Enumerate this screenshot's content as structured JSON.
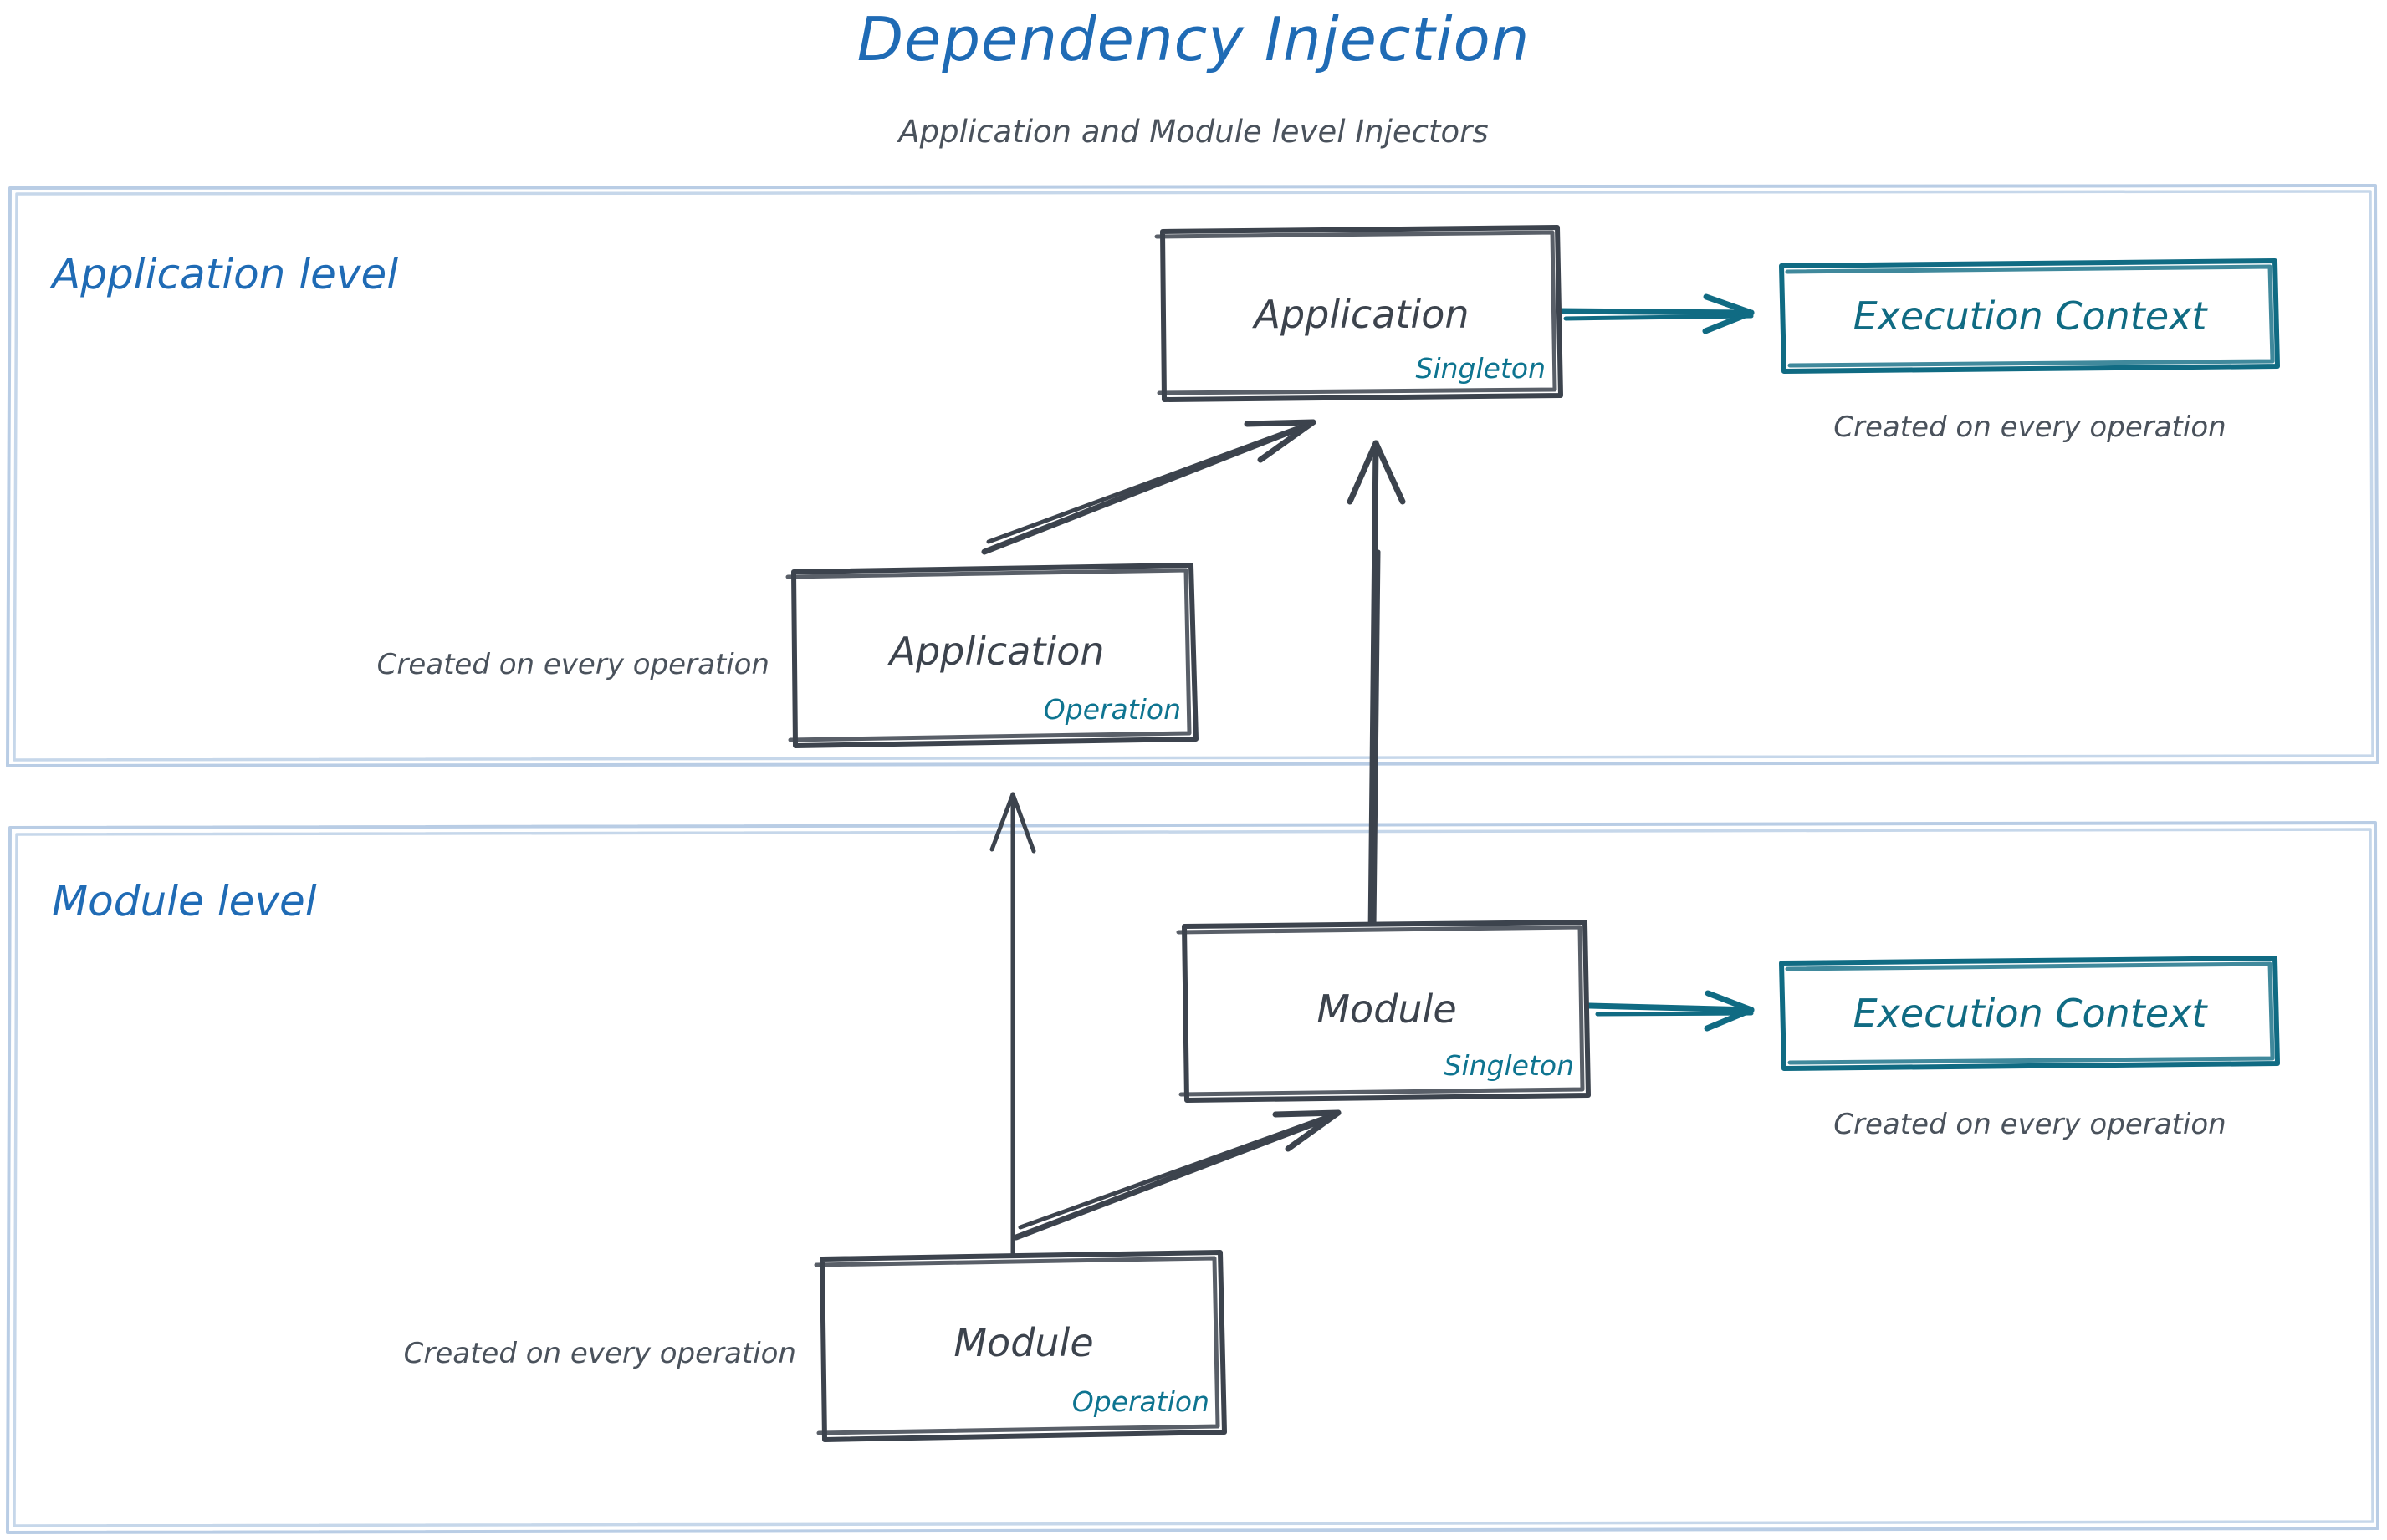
{
  "header": {
    "title": "Dependency Injection",
    "subtitle": "Application and Module level Injectors"
  },
  "colors": {
    "title_blue": "#1F6BB5",
    "accent_teal": "#106B83",
    "ink_gray": "#3C434D",
    "note_gray": "#4A525C",
    "frame_blue": "#B9CDE5"
  },
  "levels": [
    {
      "id": "application-level",
      "label": "Application level",
      "nodes": [
        {
          "id": "application-singleton",
          "title": "Application",
          "scope": "Singleton"
        },
        {
          "id": "application-operation",
          "title": "Application",
          "scope": "Operation",
          "note": "Created on every operation"
        },
        {
          "id": "application-execution-context",
          "title": "Execution Context",
          "note": "Created on every operation"
        }
      ]
    },
    {
      "id": "module-level",
      "label": "Module level",
      "nodes": [
        {
          "id": "module-singleton",
          "title": "Module",
          "scope": "Singleton"
        },
        {
          "id": "module-operation",
          "title": "Module",
          "scope": "Operation",
          "note": "Created on every operation"
        },
        {
          "id": "module-execution-context",
          "title": "Execution Context",
          "note": "Created on every operation"
        }
      ]
    }
  ],
  "edges": [
    {
      "id": "edge-app-operation-to-app-singleton",
      "from": "application-operation",
      "to": "application-singleton",
      "style": "dark-diagonal"
    },
    {
      "id": "edge-app-singleton-to-app-context",
      "from": "application-singleton",
      "to": "application-execution-context",
      "style": "teal-horizontal"
    },
    {
      "id": "edge-module-singleton-to-app-singleton",
      "from": "module-singleton",
      "to": "application-singleton",
      "style": "dark-vertical"
    },
    {
      "id": "edge-module-operation-to-app-operation",
      "from": "module-operation",
      "to": "application-operation",
      "style": "dark-vertical"
    },
    {
      "id": "edge-module-operation-to-module-singleton",
      "from": "module-operation",
      "to": "module-singleton",
      "style": "dark-diagonal"
    },
    {
      "id": "edge-module-singleton-to-module-context",
      "from": "module-singleton",
      "to": "module-execution-context",
      "style": "teal-horizontal"
    }
  ]
}
